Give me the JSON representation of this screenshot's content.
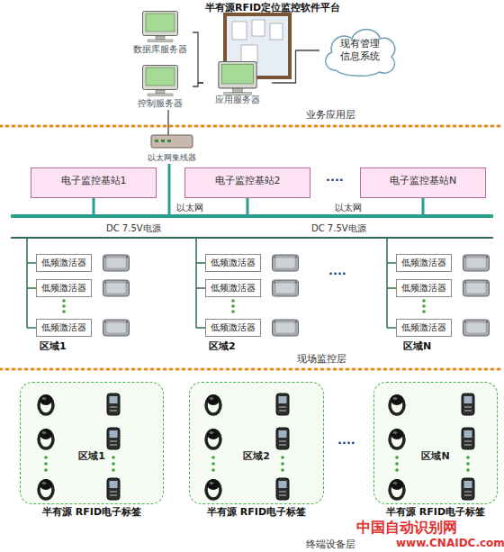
{
  "diagram": {
    "title": "半有源RFID定位监控软件平台",
    "nodes": [
      {
        "text": [
          "数据库服务器"
        ]
      },
      {
        "text": [
          "控制服务器"
        ]
      },
      {
        "text": [
          "应用服务器"
        ]
      },
      {
        "text": [
          "现有管理信息系统"
        ]
      },
      {
        "text": [
          "以太网集线器"
        ]
      },
      {
        "text": [
          "电子监控基站1"
        ]
      },
      {
        "text": [
          "电子监控基站2"
        ]
      },
      {
        "text": [
          "电子监控基站N"
        ]
      },
      {
        "text": [
          "低频激活器"
        ]
      },
      {
        "text": [
          "低频激活器"
        ]
      },
      {
        "text": [
          "低频激活器"
        ]
      },
      {
        "text": [
          "低频激活器"
        ]
      },
      {
        "text": [
          "低频激活器"
        ]
      },
      {
        "text": [
          "低频激活器"
        ]
      },
      {
        "text": [
          "低频激活器"
        ]
      },
      {
        "text": [
          "低频激活器"
        ]
      },
      {
        "text": [
          "低频激活器"
        ]
      },
      {
        "text": [
          "区域1",
          "半有源 RFID电子标签"
        ]
      },
      {
        "text": [
          "区域2",
          "半有源 RFID电子标签"
        ]
      },
      {
        "text": [
          "区域N",
          "半有源 RFID电子标签"
        ]
      }
    ],
    "edges": [
      {
        "from": 0,
        "to": 2,
        "arrow": "none"
      },
      {
        "from": 1,
        "to": 2,
        "arrow": "none"
      },
      {
        "from": 2,
        "to": 3,
        "arrow": "none"
      },
      {
        "from": 1,
        "to": 4,
        "arrow": "none"
      }
    ],
    "labels": [
      "业务应用层",
      "····",
      "以太网",
      "以太网",
      "DC 7.5V电源",
      "DC 7.5V电源",
      "····",
      "区域1",
      "区域2",
      "区域N",
      "现场监控层",
      "····",
      "中国自动识别网",
      "www.CNAIDC.com",
      "终端设备层"
    ]
  }
}
